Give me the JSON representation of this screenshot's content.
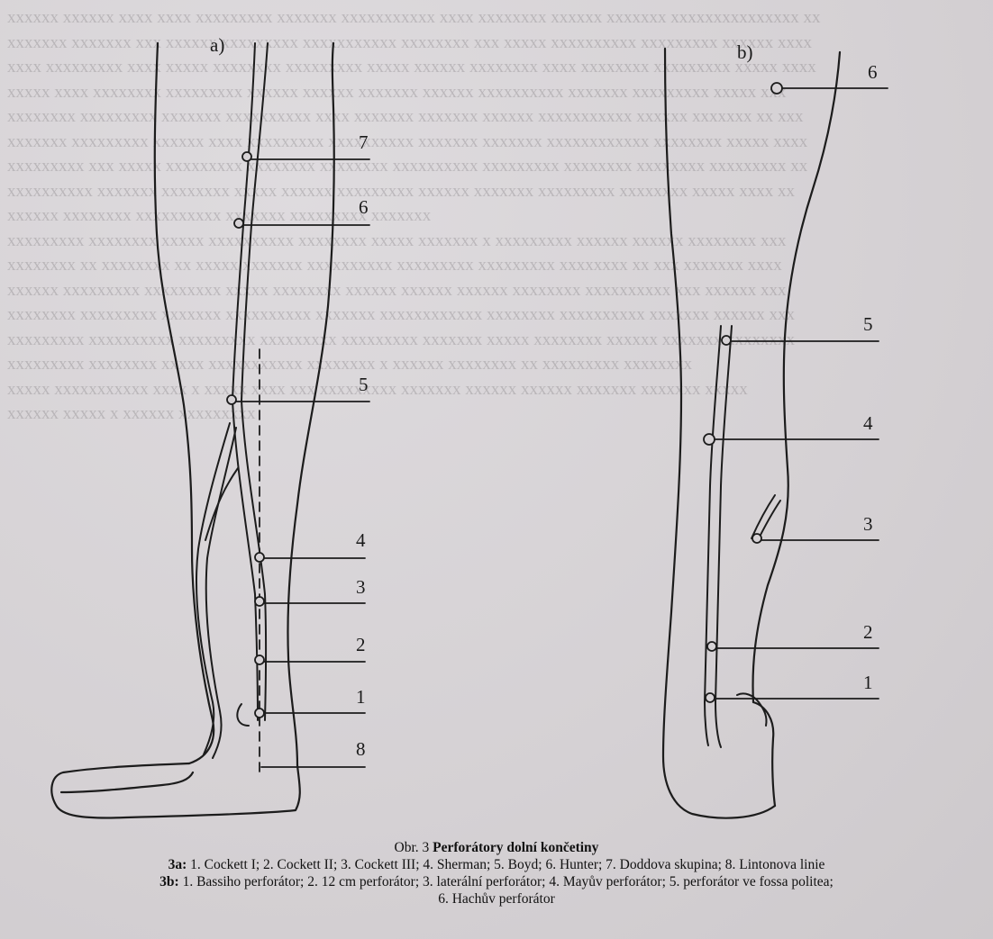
{
  "figure": {
    "panel_a_label": "a)",
    "panel_b_label": "b)",
    "panel_a_numbers": [
      "7",
      "6",
      "5",
      "4",
      "3",
      "2",
      "1",
      "8"
    ],
    "panel_b_numbers": [
      "6",
      "5",
      "4",
      "3",
      "2",
      "1"
    ]
  },
  "caption": {
    "prefix": "Obr. 3 ",
    "title": "Perforátory dolní končetiny",
    "line_a_label": "3a:",
    "line_a_text": " 1. Cockett I; 2. Cockett II; 3. Cockett III; 4. Sherman; 5. Boyd; 6. Hunter; 7. Doddova skupina; 8. Lintonova linie",
    "line_b_label": "3b:",
    "line_b_text": " 1. Bassiho perforátor; 2. 12 cm perforátor; 3. laterální perforátor; 4. Mayův perforátor; 5. perforátor ve fossa politea;",
    "line_b_cont": "6. Hachův perforátor"
  },
  "colors": {
    "paper": "#d7d3d6",
    "ink": "#161616"
  }
}
